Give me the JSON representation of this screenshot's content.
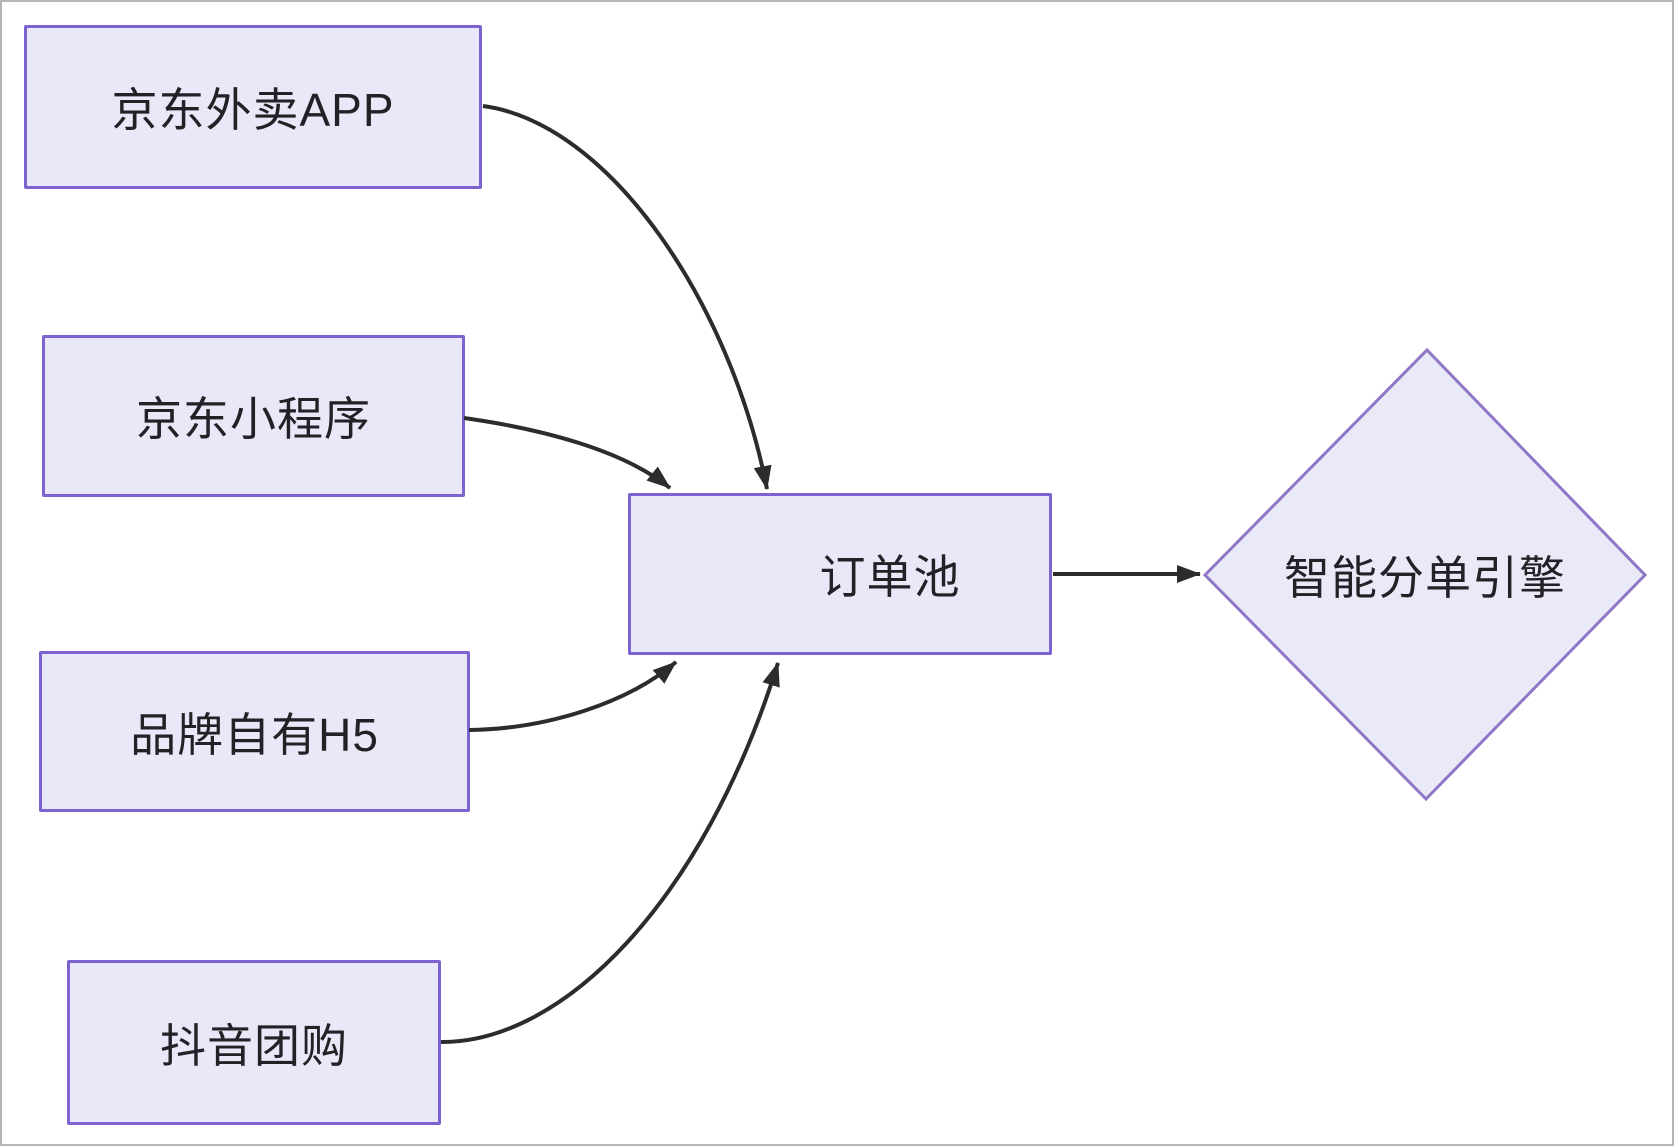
{
  "diagram": {
    "nodes": [
      {
        "id": "jd-waimai-app",
        "label": "京东外卖APP",
        "shape": "rectangle"
      },
      {
        "id": "jd-mini-program",
        "label": "京东小程序",
        "shape": "rectangle"
      },
      {
        "id": "brand-own-h5",
        "label": "品牌自有H5",
        "shape": "rectangle"
      },
      {
        "id": "douyin-group-buy",
        "label": "抖音团购",
        "shape": "rectangle"
      },
      {
        "id": "order-pool",
        "label": "订单池",
        "shape": "rectangle"
      },
      {
        "id": "smart-dispatch-engine",
        "label": "智能分单引擎",
        "shape": "diamond"
      }
    ],
    "edges": [
      {
        "from": "jd-waimai-app",
        "to": "order-pool"
      },
      {
        "from": "jd-mini-program",
        "to": "order-pool"
      },
      {
        "from": "brand-own-h5",
        "to": "order-pool"
      },
      {
        "from": "douyin-group-buy",
        "to": "order-pool"
      },
      {
        "from": "order-pool",
        "to": "smart-dispatch-engine"
      }
    ],
    "colors": {
      "node_fill": "#e8e8f8",
      "node_border": "#7d63d1",
      "diamond_fill": "#e9e9f8",
      "diamond_border": "#8f76c6",
      "arrow": "#2c2c2c",
      "text": "#212126",
      "canvas_border": "#b6b6b8",
      "background": "#ffffff"
    }
  }
}
